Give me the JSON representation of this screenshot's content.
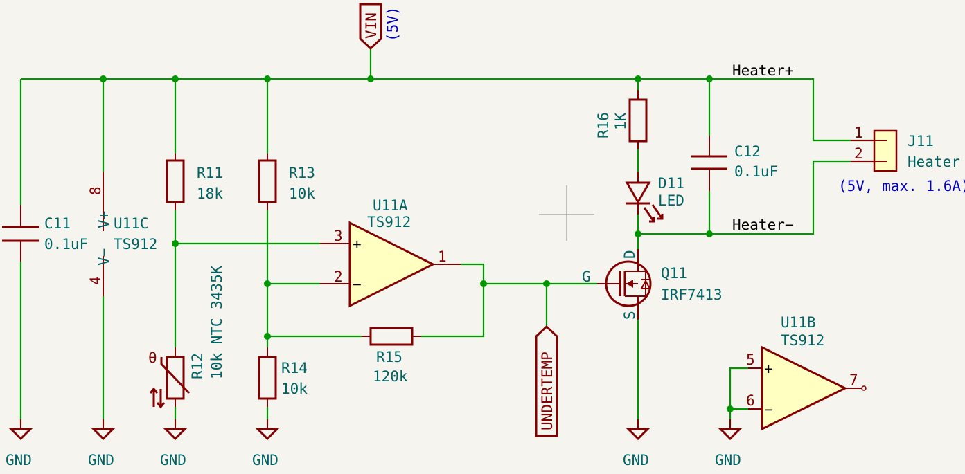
{
  "power": {
    "vin_label": "VIN",
    "vin_note": "(5V)",
    "gnd": [
      "GND",
      "GND",
      "GND",
      "GND",
      "GND",
      "GND"
    ]
  },
  "nets": {
    "heater_plus": "Heater+",
    "heater_minus": "Heater−",
    "undertemp": "UNDERTEMP"
  },
  "components": {
    "c11": {
      "ref": "C11",
      "value": "0.1uF"
    },
    "c12": {
      "ref": "C12",
      "value": "0.1uF"
    },
    "u11c": {
      "ref": "U11C",
      "value": "TS912",
      "pin_vplus": "8",
      "pin_vminus": "4",
      "label_vplus": "V+",
      "label_vminus": "V−"
    },
    "r11": {
      "ref": "R11",
      "value": "18k"
    },
    "r12": {
      "ref": "R12",
      "value": "10k NTC 3435K"
    },
    "r13": {
      "ref": "R13",
      "value": "10k"
    },
    "r14": {
      "ref": "R14",
      "value": "10k"
    },
    "r15": {
      "ref": "R15",
      "value": "120k"
    },
    "r16": {
      "ref": "R16",
      "value": "1K"
    },
    "u11a": {
      "ref": "U11A",
      "value": "TS912",
      "pin_plus": "3",
      "pin_minus": "2",
      "pin_out": "1",
      "sign_plus": "+",
      "sign_minus": "−"
    },
    "u11b": {
      "ref": "U11B",
      "value": "TS912",
      "pin_plus": "5",
      "pin_minus": "6",
      "pin_out": "7",
      "sign_plus": "+",
      "sign_minus": "−"
    },
    "d11": {
      "ref": "D11",
      "value": "LED"
    },
    "q11": {
      "ref": "Q11",
      "value": "IRF7413",
      "pin_g": "G",
      "pin_d": "D",
      "pin_s": "S"
    },
    "j11": {
      "ref": "J11",
      "value": "Heater",
      "pin1": "1",
      "pin2": "2",
      "note": "(5V, max. 1.6A)"
    }
  },
  "colors": {
    "wire": "#009600",
    "symbol": "#840000",
    "symbol_fill": "#ffffc2",
    "text": "#006464",
    "note": "#0000c2",
    "background": "#f5f4ef"
  }
}
